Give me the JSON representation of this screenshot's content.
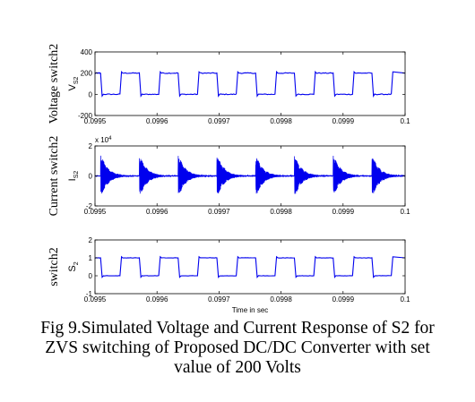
{
  "caption": {
    "line1": "Fig 9.Simulated Voltage and Current Response of S2 for",
    "line2": "ZVS switching of Proposed DC/DC Converter with set",
    "line3": "value of 200 Volts"
  },
  "colors": {
    "trace": "#0000ee",
    "axis": "#000000"
  },
  "chart_data": [
    {
      "type": "line",
      "ylabel_main": "Voltage switch2",
      "ylabel_sym": "V",
      "ylabel_sub": "S2",
      "xlim": [
        0.0995,
        0.1
      ],
      "ylim": [
        -200,
        400
      ],
      "x_ticks": [
        "0.0995",
        "0.0996",
        "0.0997",
        "0.0998",
        "0.0999",
        "0.1"
      ],
      "y_ticks": [
        400,
        200,
        0,
        -200
      ],
      "waveform": "square",
      "low": 0,
      "high": 200,
      "period": 6.25e-05,
      "phase": 9e-06,
      "duty": 0.5
    },
    {
      "type": "line",
      "ylabel_main": "Current switch2",
      "ylabel_sym": "I",
      "ylabel_sub": "S2",
      "exponent": "x 10",
      "exponent_power": "4",
      "xlim": [
        0.0995,
        0.1
      ],
      "ylim": [
        -2,
        2
      ],
      "x_ticks": [
        "0.0995",
        "0.0996",
        "0.0997",
        "0.0998",
        "0.0999",
        "0.1"
      ],
      "y_ticks": [
        2,
        0,
        -2
      ],
      "waveform": "damped_ringing",
      "peak_amplitude": 1.5,
      "period": 6.25e-05,
      "phase": 9e-06
    },
    {
      "type": "line",
      "ylabel_main": "switch2",
      "ylabel_sym": "S",
      "ylabel_sub": "2",
      "xlim": [
        0.0995,
        0.1
      ],
      "ylim": [
        -1,
        2
      ],
      "x_ticks": [
        "0.0995",
        "0.0996",
        "0.0997",
        "0.0998",
        "0.0999",
        "0.1"
      ],
      "y_ticks": [
        2,
        1,
        0,
        -1
      ],
      "xlabel": "Time in sec",
      "waveform": "square",
      "low": 0,
      "high": 1,
      "period": 6.25e-05,
      "phase": 9e-06,
      "duty": 0.5
    }
  ]
}
